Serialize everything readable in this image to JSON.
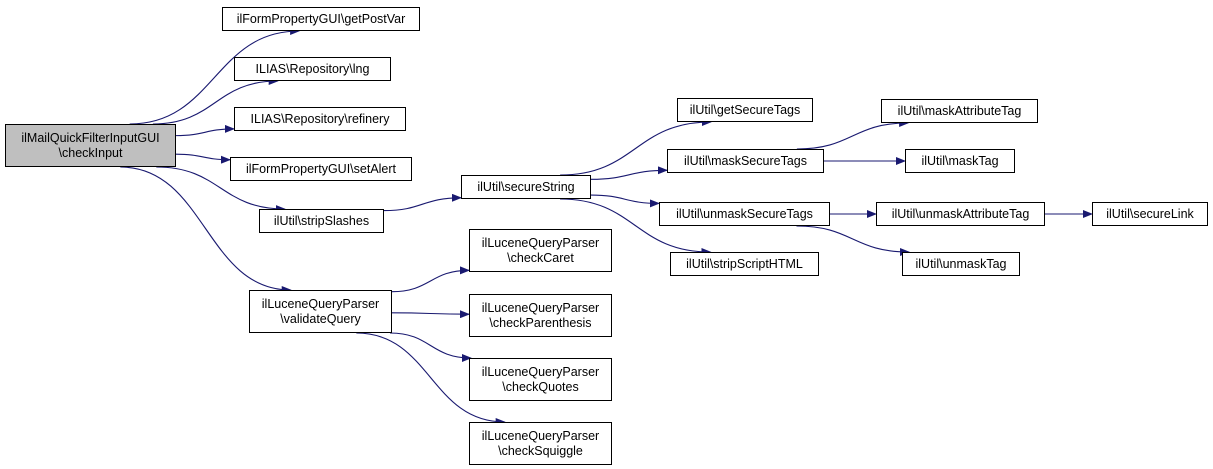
{
  "colors": {
    "edge": "#191970",
    "border": "#000000",
    "root_fill": "#bfbfbf",
    "node_fill": "#ffffff"
  },
  "nodes": {
    "root": {
      "line1": "ilMailQuickFilterInputGUI",
      "line2": "\\checkInput"
    },
    "getpostvar": {
      "line1": "ilFormPropertyGUI\\getPostVar"
    },
    "lng": {
      "line1": "ILIAS\\Repository\\lng"
    },
    "refinery": {
      "line1": "ILIAS\\Repository\\refinery"
    },
    "setalert": {
      "line1": "ilFormPropertyGUI\\setAlert"
    },
    "stripslashes": {
      "line1": "ilUtil\\stripSlashes"
    },
    "validatequery": {
      "line1": "ilLuceneQueryParser",
      "line2": "\\validateQuery"
    },
    "securestring": {
      "line1": "ilUtil\\secureString"
    },
    "checkcaret": {
      "line1": "ilLuceneQueryParser",
      "line2": "\\checkCaret"
    },
    "checkparenthesis": {
      "line1": "ilLuceneQueryParser",
      "line2": "\\checkParenthesis"
    },
    "checkquotes": {
      "line1": "ilLuceneQueryParser",
      "line2": "\\checkQuotes"
    },
    "checksquiggle": {
      "line1": "ilLuceneQueryParser",
      "line2": "\\checkSquiggle"
    },
    "getsecuretags": {
      "line1": "ilUtil\\getSecureTags"
    },
    "masksecuretags": {
      "line1": "ilUtil\\maskSecureTags"
    },
    "unmasksecuretags": {
      "line1": "ilUtil\\unmaskSecureTags"
    },
    "stripscripthtml": {
      "line1": "ilUtil\\stripScriptHTML"
    },
    "maskattributetag": {
      "line1": "ilUtil\\maskAttributeTag"
    },
    "masktag": {
      "line1": "ilUtil\\maskTag"
    },
    "unmaskattributetag": {
      "line1": "ilUtil\\unmaskAttributeTag"
    },
    "unmasktag": {
      "line1": "ilUtil\\unmaskTag"
    },
    "securelink": {
      "line1": "ilUtil\\secureLink"
    }
  },
  "edges": [
    [
      "root",
      "getpostvar"
    ],
    [
      "root",
      "lng"
    ],
    [
      "root",
      "refinery"
    ],
    [
      "root",
      "setalert"
    ],
    [
      "root",
      "stripslashes"
    ],
    [
      "root",
      "validatequery"
    ],
    [
      "stripslashes",
      "securestring"
    ],
    [
      "validatequery",
      "checkcaret"
    ],
    [
      "validatequery",
      "checkparenthesis"
    ],
    [
      "validatequery",
      "checkquotes"
    ],
    [
      "validatequery",
      "checksquiggle"
    ],
    [
      "securestring",
      "getsecuretags"
    ],
    [
      "securestring",
      "masksecuretags"
    ],
    [
      "securestring",
      "unmasksecuretags"
    ],
    [
      "securestring",
      "stripscripthtml"
    ],
    [
      "masksecuretags",
      "maskattributetag"
    ],
    [
      "masksecuretags",
      "masktag"
    ],
    [
      "unmasksecuretags",
      "unmaskattributetag"
    ],
    [
      "unmasksecuretags",
      "unmasktag"
    ],
    [
      "unmaskattributetag",
      "securelink"
    ]
  ]
}
